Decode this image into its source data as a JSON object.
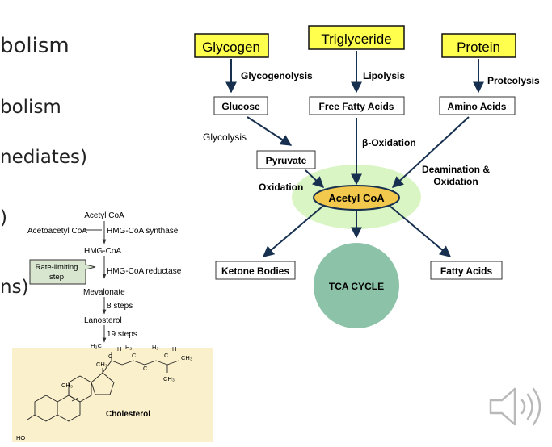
{
  "slide_text": {
    "line1": "bolism",
    "line2": "bolism",
    "line3": "nediates)",
    "line4": ")",
    "line5": "ns)"
  },
  "diagram": {
    "sources": {
      "glycogen": "Glycogen",
      "triglyceride": "Triglyceride",
      "protein": "Protein"
    },
    "processes": {
      "glycogenolysis": "Glycogenolysis",
      "lipolysis": "Lipolysis",
      "proteolysis": "Proteolysis",
      "glycolysis": "Glycolysis",
      "beta_oxidation": "β-Oxidation",
      "deamination_line1": "Deamination &",
      "deamination_line2": "Oxidation",
      "oxidation": "Oxidation"
    },
    "intermediates": {
      "glucose": "Glucose",
      "free_fatty_acids": "Free Fatty Acids",
      "amino_acids": "Amino Acids",
      "pyruvate": "Pyruvate",
      "acetyl_coa": "Acetyl CoA"
    },
    "outputs": {
      "ketone_bodies": "Ketone Bodies",
      "tca_cycle": "TCA CYCLE",
      "fatty_acids": "Fatty Acids"
    },
    "colors": {
      "source_fill": "#ffff4d",
      "acetyl_fill": "#f2c94c",
      "halo_fill": "#d9f5c4",
      "tca_fill": "#8cc3a8",
      "arrow_color": "#17304f"
    }
  },
  "cholesterol_pathway": {
    "acetyl_coa": "Acetyl CoA",
    "acetoacetyl_coa": "Acetoacetyl CoA",
    "enzyme1": "HMG-CoA synthase",
    "hmg_coa": "HMG-CoA",
    "rate_limiting_line1": "Rate-limiting",
    "rate_limiting_line2": "step",
    "enzyme2": "HMG-CoA reductase",
    "mevalonate": "Mevalonate",
    "steps1": "8 steps",
    "lanosterol": "Lanosterol",
    "steps2": "19 steps",
    "structure": {
      "h3c": "H₃C",
      "h2_a": "H₂",
      "h2_b": "H₂",
      "ch3_right": "CH₃",
      "ch3_side": "CH₃",
      "ch3_mid": "CH₃",
      "ch3_left": "CH₃",
      "h1": "H",
      "h2": "H",
      "c1": "C",
      "c2": "C",
      "c3": "C",
      "c4": "C",
      "ho": "HO",
      "name": "Cholesterol"
    },
    "colors": {
      "box_fill": "#fbf0cc",
      "note_fill": "#d8e6d0"
    }
  },
  "audio": {
    "icon": "speaker-icon"
  }
}
